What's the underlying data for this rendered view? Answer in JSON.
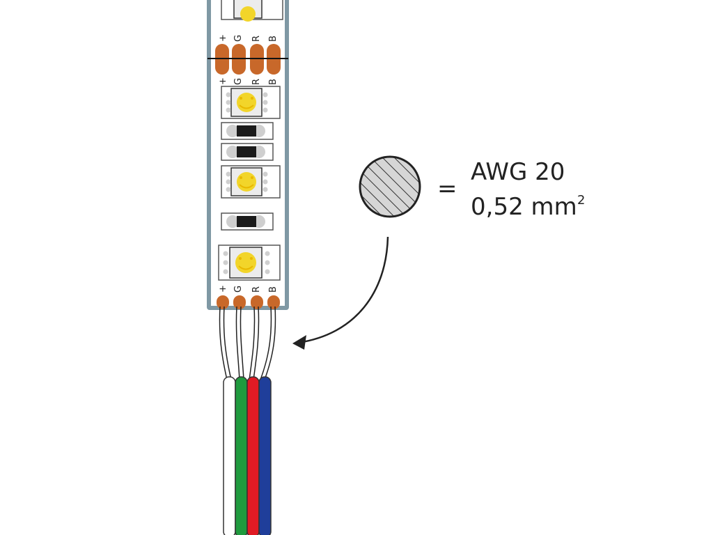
{
  "strip": {
    "terminal_labels": [
      "+",
      "G",
      "R",
      "B"
    ],
    "colors": {
      "strip_border": "#7f98a4",
      "strip_fill": "#ffffff",
      "pad": "#c8682a",
      "led_yellow": "#f2d52a",
      "resistor_body": "#1b1b1b"
    }
  },
  "wires": {
    "colors": [
      "#ffffff",
      "#1f9a3e",
      "#e01b24",
      "#1f3e9a"
    ]
  },
  "spec": {
    "equals": "=",
    "gauge": "AWG 20",
    "area_value": "0,52 mm",
    "area_exponent": "2"
  }
}
